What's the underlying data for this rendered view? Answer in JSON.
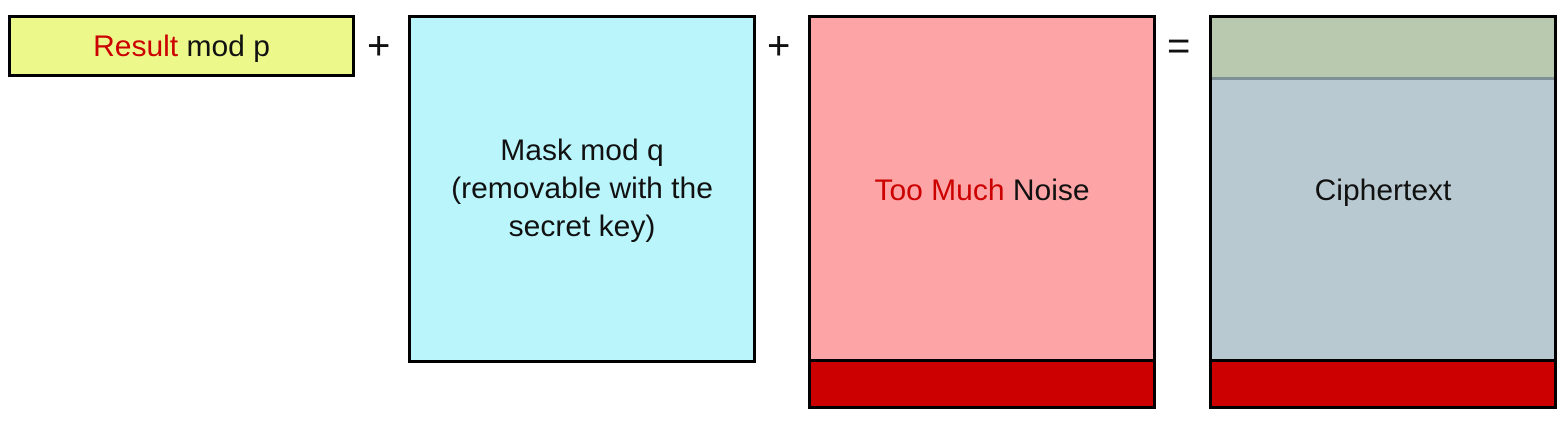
{
  "result_box": {
    "highlight": "Result",
    "rest": "mod p",
    "fill": "#ecf88a"
  },
  "mask_box": {
    "line1": "Mask mod q",
    "line2": "(removable with the",
    "line3": "secret key)",
    "fill": "#baf5fb"
  },
  "noise_box": {
    "highlight": "Too Much",
    "rest": "Noise",
    "fill": "#fca4a6",
    "bar_fill": "#cc0000"
  },
  "cipher_box": {
    "label": "Ciphertext",
    "fill": "#b8c9d1",
    "top_fill": "#b8c9b0",
    "bar_fill": "#cc0000"
  },
  "operators": {
    "plus_1": "+",
    "plus_2": "+",
    "equals": "="
  },
  "colors": {
    "highlight_text": "#cc0000"
  }
}
